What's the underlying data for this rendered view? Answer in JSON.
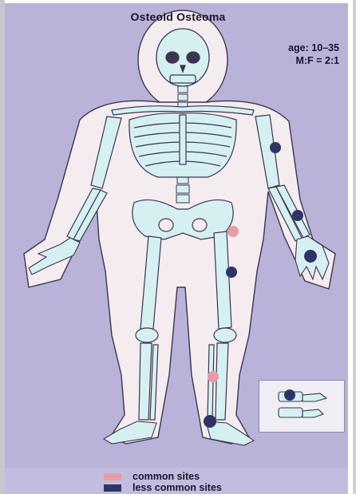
{
  "title": "Osteoid Osteoma",
  "stats": {
    "age": "age: 10–35",
    "ratio": "M:F = 2:1"
  },
  "legend": [
    {
      "label": "common sites",
      "color": "#e79aa8"
    },
    {
      "label": "less common sites",
      "color": "#2f3466"
    }
  ],
  "colors": {
    "background": "#b9b3d9",
    "body_silhouette": "#f4ecef",
    "bone": "#d6f0f1",
    "outline": "#3c3550"
  },
  "sites": [
    {
      "location": "left proximal femur",
      "type": "common"
    },
    {
      "location": "left femoral shaft",
      "type": "less common"
    },
    {
      "location": "left tibia",
      "type": "common"
    },
    {
      "location": "left foot / talus",
      "type": "less common"
    },
    {
      "location": "left humerus",
      "type": "less common"
    },
    {
      "location": "left distal radius",
      "type": "less common"
    },
    {
      "location": "left hand",
      "type": "less common"
    },
    {
      "location": "spine (inset)",
      "type": "less common"
    }
  ]
}
